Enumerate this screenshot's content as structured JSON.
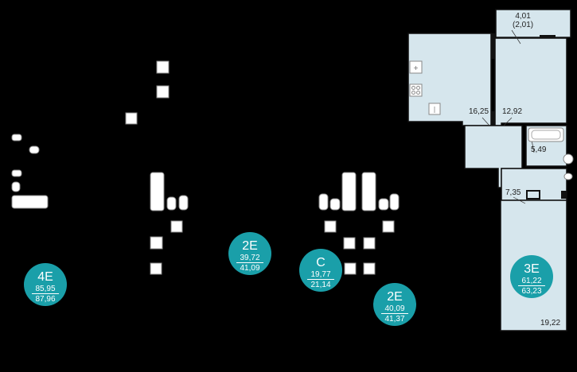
{
  "colors": {
    "background": "#000000",
    "badge": "#1a9fa9",
    "room_fill": "#d6e6ed",
    "wall": "#111111",
    "fixture": "#ffffff"
  },
  "rooms": [
    {
      "id": "balcony",
      "area": "4,01",
      "area_coef": "(2,01)"
    },
    {
      "id": "kitchen",
      "area": "16,25"
    },
    {
      "id": "bedroom",
      "area": "12,92"
    },
    {
      "id": "bathroom",
      "area": "5,49"
    },
    {
      "id": "hall",
      "area": "7,35"
    },
    {
      "id": "living",
      "area": "19,22"
    }
  ],
  "apartments": [
    {
      "id": "4e",
      "type": "4E",
      "living_area": "85,95",
      "total_area": "87,96"
    },
    {
      "id": "2e-a",
      "type": "2E",
      "living_area": "39,72",
      "total_area": "41,09"
    },
    {
      "id": "c",
      "type": "С",
      "living_area": "19,77",
      "total_area": "21,14"
    },
    {
      "id": "2e-b",
      "type": "2E",
      "living_area": "40,09",
      "total_area": "41,37"
    },
    {
      "id": "3e",
      "type": "3E",
      "living_area": "61,22",
      "total_area": "63,23"
    }
  ]
}
